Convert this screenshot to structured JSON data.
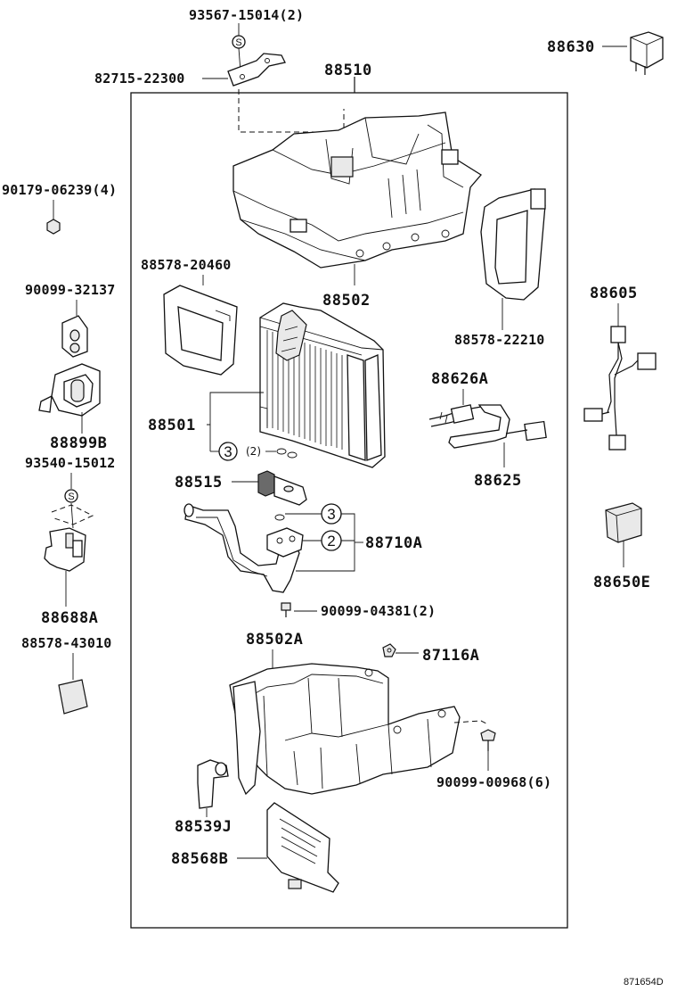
{
  "diagram": {
    "frame_label": "88510",
    "reference_code": "871654D",
    "labels": {
      "p93567": "93567-15014(2)",
      "p82715": "82715-22300",
      "p88630": "88630",
      "p90179": "90179-06239(4)",
      "p88578_20460": "88578-20460",
      "p88502": "88502",
      "p88578_22210": "88578-22210",
      "p90099_32137": "90099-32137",
      "p88605": "88605",
      "p88626A": "88626A",
      "p88501": "88501",
      "p88899B": "88899B",
      "p93540": "93540-15012",
      "qty2": "(2)",
      "p88625": "88625",
      "p88515": "88515",
      "p88710A": "88710A",
      "p88650E": "88650E",
      "p88688A": "88688A",
      "p90099_04381": "90099-04381(2)",
      "p88578_43010": "88578-43010",
      "p88502A": "88502A",
      "p87116A": "87116A",
      "p90099_00968": "90099-00968(6)",
      "p88539J": "88539J",
      "p88568B": "88568B"
    },
    "callouts": {
      "c3a": "3",
      "c3b": "3",
      "c2": "2",
      "s1": "S",
      "s2": "S"
    }
  }
}
